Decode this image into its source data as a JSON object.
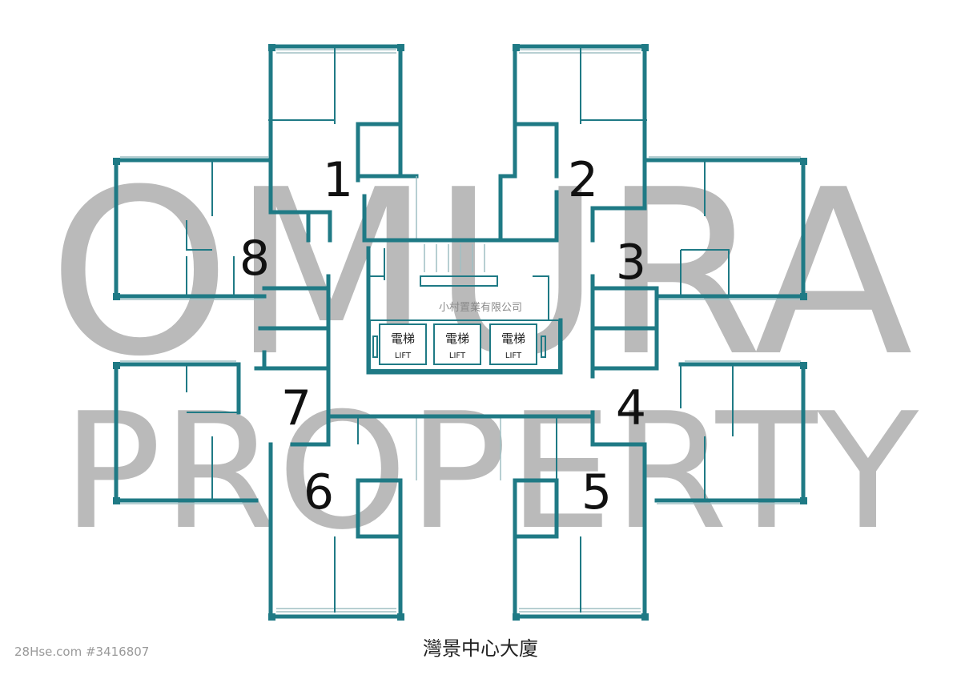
{
  "building_name": "灣景中心大廈",
  "source_credit": "28Hse.com #3416807",
  "company_label": "小村置業有限公司",
  "watermark": {
    "line1": "OMURA",
    "line2": "PROPERTY"
  },
  "units": [
    "1",
    "2",
    "3",
    "4",
    "5",
    "6",
    "7",
    "8"
  ],
  "lifts": [
    {
      "zh": "電梯",
      "en": "LIFT"
    },
    {
      "zh": "電梯",
      "en": "LIFT"
    },
    {
      "zh": "電梯",
      "en": "LIFT"
    }
  ],
  "colors": {
    "wall": "#1f7a85",
    "watermark": "#a9a9a9",
    "label": "#111111"
  }
}
